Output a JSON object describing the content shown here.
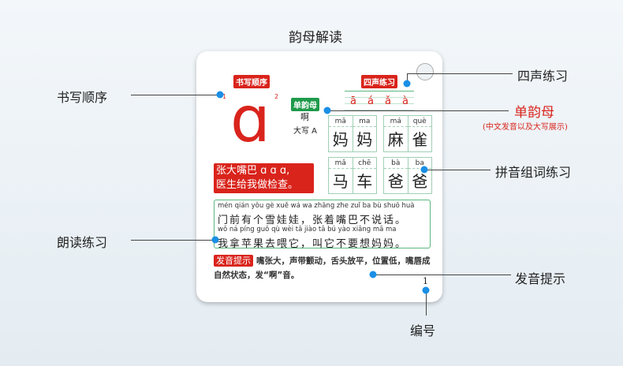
{
  "title": "韵母解读",
  "callouts": {
    "writing_order": "书写顺序",
    "four_tones": "四声练习",
    "single_final": "单韵母",
    "single_final_note": "(中文发音以及大写展示)",
    "word_practice": "拼音组词练习",
    "reading": "朗读练习",
    "pronunciation": "发音提示",
    "number": "编号"
  },
  "card": {
    "writing_tag": "书写顺序",
    "letter": "ɑ",
    "stroke_nums": [
      "1",
      "2"
    ],
    "final_tag": "单韵母",
    "char": "啊",
    "uppercase": "大写 A",
    "tones_tag": "四声练习",
    "tones": [
      "ā",
      "á",
      "ǎ",
      "à"
    ],
    "words": [
      [
        {
          "py": "mā",
          "hz": "妈"
        },
        {
          "py": "ma",
          "hz": "妈"
        }
      ],
      [
        {
          "py": "má",
          "hz": "麻"
        },
        {
          "py": "què",
          "hz": "雀"
        }
      ],
      [
        {
          "py": "mǎ",
          "hz": "马"
        },
        {
          "py": "chē",
          "hz": "车"
        }
      ],
      [
        {
          "py": "bà",
          "hz": "爸"
        },
        {
          "py": "ba",
          "hz": "爸"
        }
      ]
    ],
    "rhyme": [
      "张大嘴巴 ɑ ɑ ɑ,",
      "医生给我做检查。"
    ],
    "reading": [
      {
        "py": "mén qián yǒu gè xuě wá wa  zhāng zhe zuǐ ba bù shuō huà",
        "hz": "门前有个雪娃娃，张着嘴巴不说话。"
      },
      {
        "py": "wǒ ná píng guǒ qù wèi tā  jiào tā bú yào xiǎng mā ma",
        "hz": "我拿苹果去喂它，叫它不要想妈妈。"
      }
    ],
    "tip_tag": "发音提示",
    "tip_text": "嘴张大，声带颤动，舌头放平，位置低，嘴唇成自然状态，发“啊”音。",
    "page_number": "1"
  },
  "colors": {
    "red": "#d9241c",
    "green": "#1f9a4b",
    "dot": "#1a8fe6"
  }
}
